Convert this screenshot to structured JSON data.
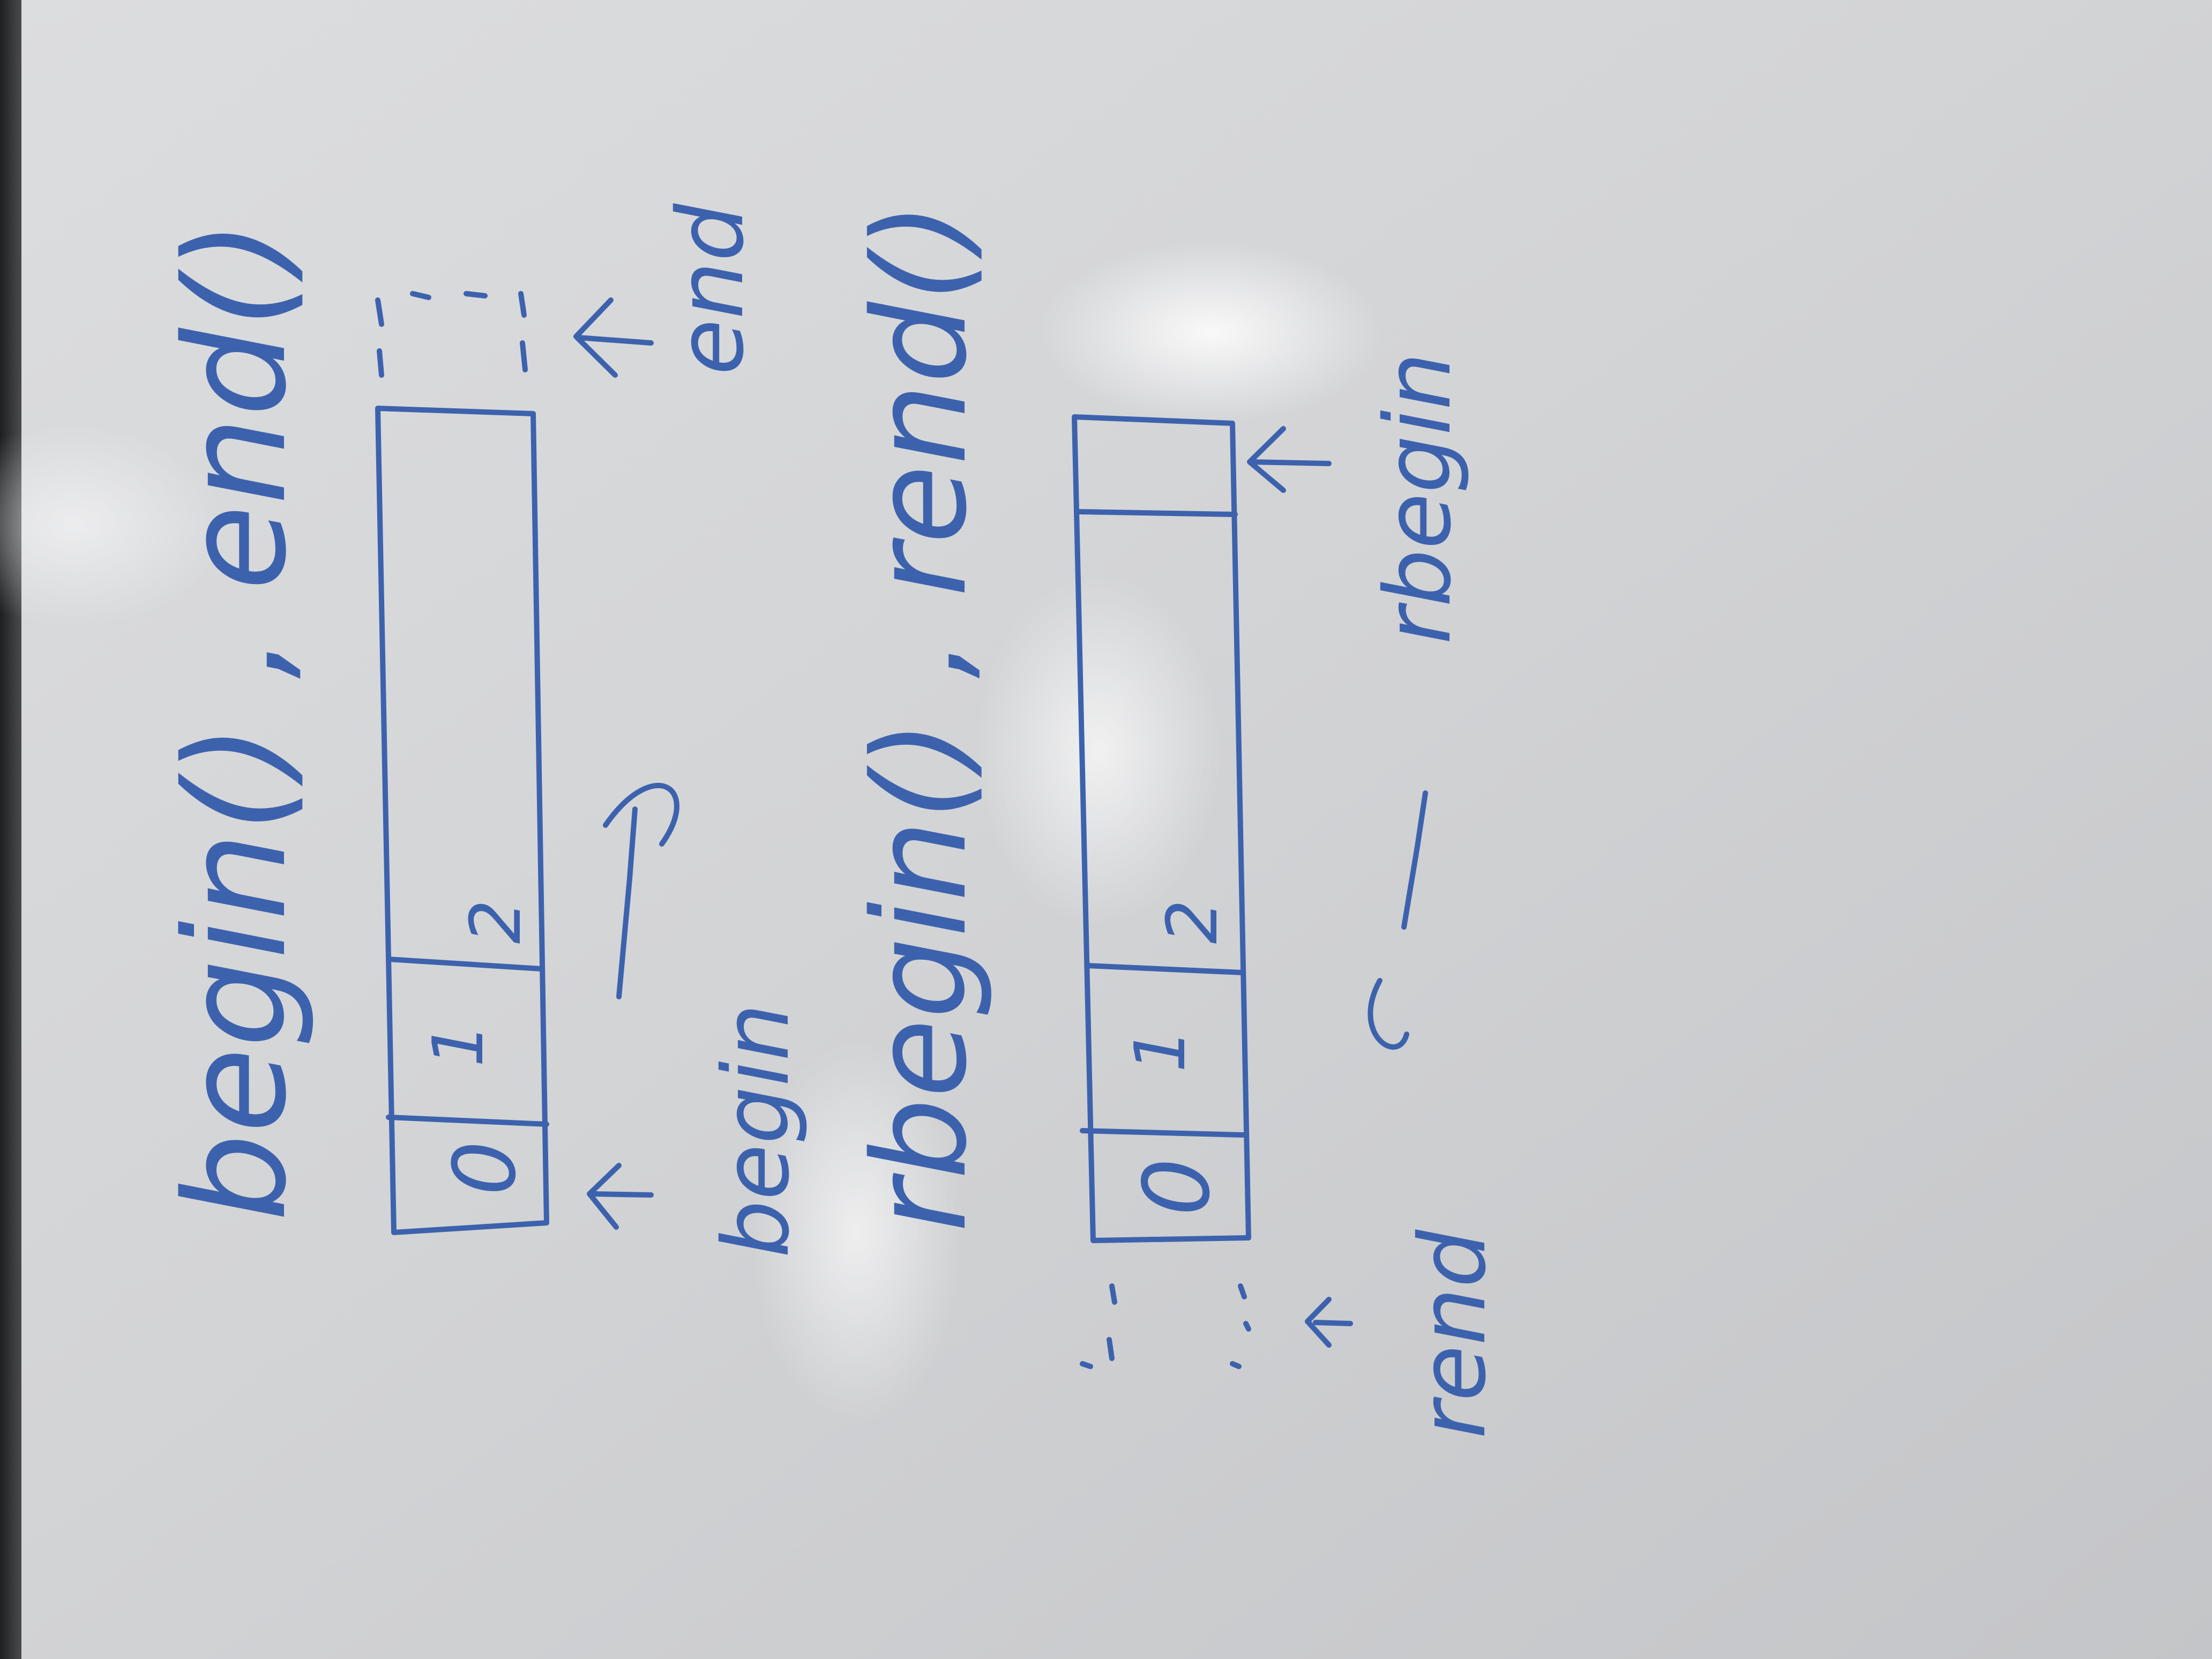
{
  "colors": {
    "board": "#d2d3d5",
    "ink": "#3d62ad",
    "frame": "#2f3032"
  },
  "top_diagram": {
    "title": "begin() , end()",
    "cells": [
      "0",
      "1",
      "2"
    ],
    "begin_label": "begin",
    "end_label": "end",
    "direction": "forward"
  },
  "bottom_diagram": {
    "title": "rbegin() , rend()",
    "cells": [
      "0",
      "1",
      "2"
    ],
    "rbegin_label": "rbegin",
    "rend_label": "rend",
    "direction": "backward"
  }
}
